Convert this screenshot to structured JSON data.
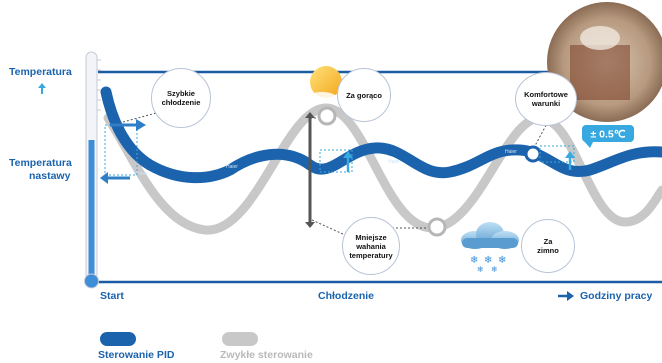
{
  "y_axis": {
    "top_label": "Temperatura",
    "setpoint_label_line1": "Temperatura",
    "setpoint_label_line2": "nastawy"
  },
  "x_axis": {
    "start_label": "Start",
    "middle_label": "Chłodzenie",
    "end_label": "Godziny pracy"
  },
  "callouts": {
    "fast_cooling_line1": "Szybkie",
    "fast_cooling_line2": "chłodzenie",
    "too_hot": "Za gorąco",
    "comfort_line1": "Komfortowe",
    "comfort_line2": "warunki",
    "tolerance": "± 0.5℃",
    "smaller_fluctuation_line1": "Mniejsze",
    "smaller_fluctuation_line2": "wahania",
    "smaller_fluctuation_line3": "temperatury",
    "too_cold_line1": "Za",
    "too_cold_line2": "zimno",
    "wave_tag": "Haier"
  },
  "legend": {
    "pid_label": "Sterowanie PID",
    "regular_label": "Zwykłe sterowanie"
  },
  "colors": {
    "pid_blue": "#1b63ad",
    "axis_blue": "#1a5ca3",
    "regular_grey": "#c8c8c8",
    "cyan_marker": "#38a9e0",
    "legend_grey_text": "#b9b9b9"
  },
  "icons": [
    "thermometer-icon",
    "sun-icon",
    "snow-cloud-icon",
    "arrow-up-icon",
    "arrow-right-icon",
    "person-photo"
  ]
}
